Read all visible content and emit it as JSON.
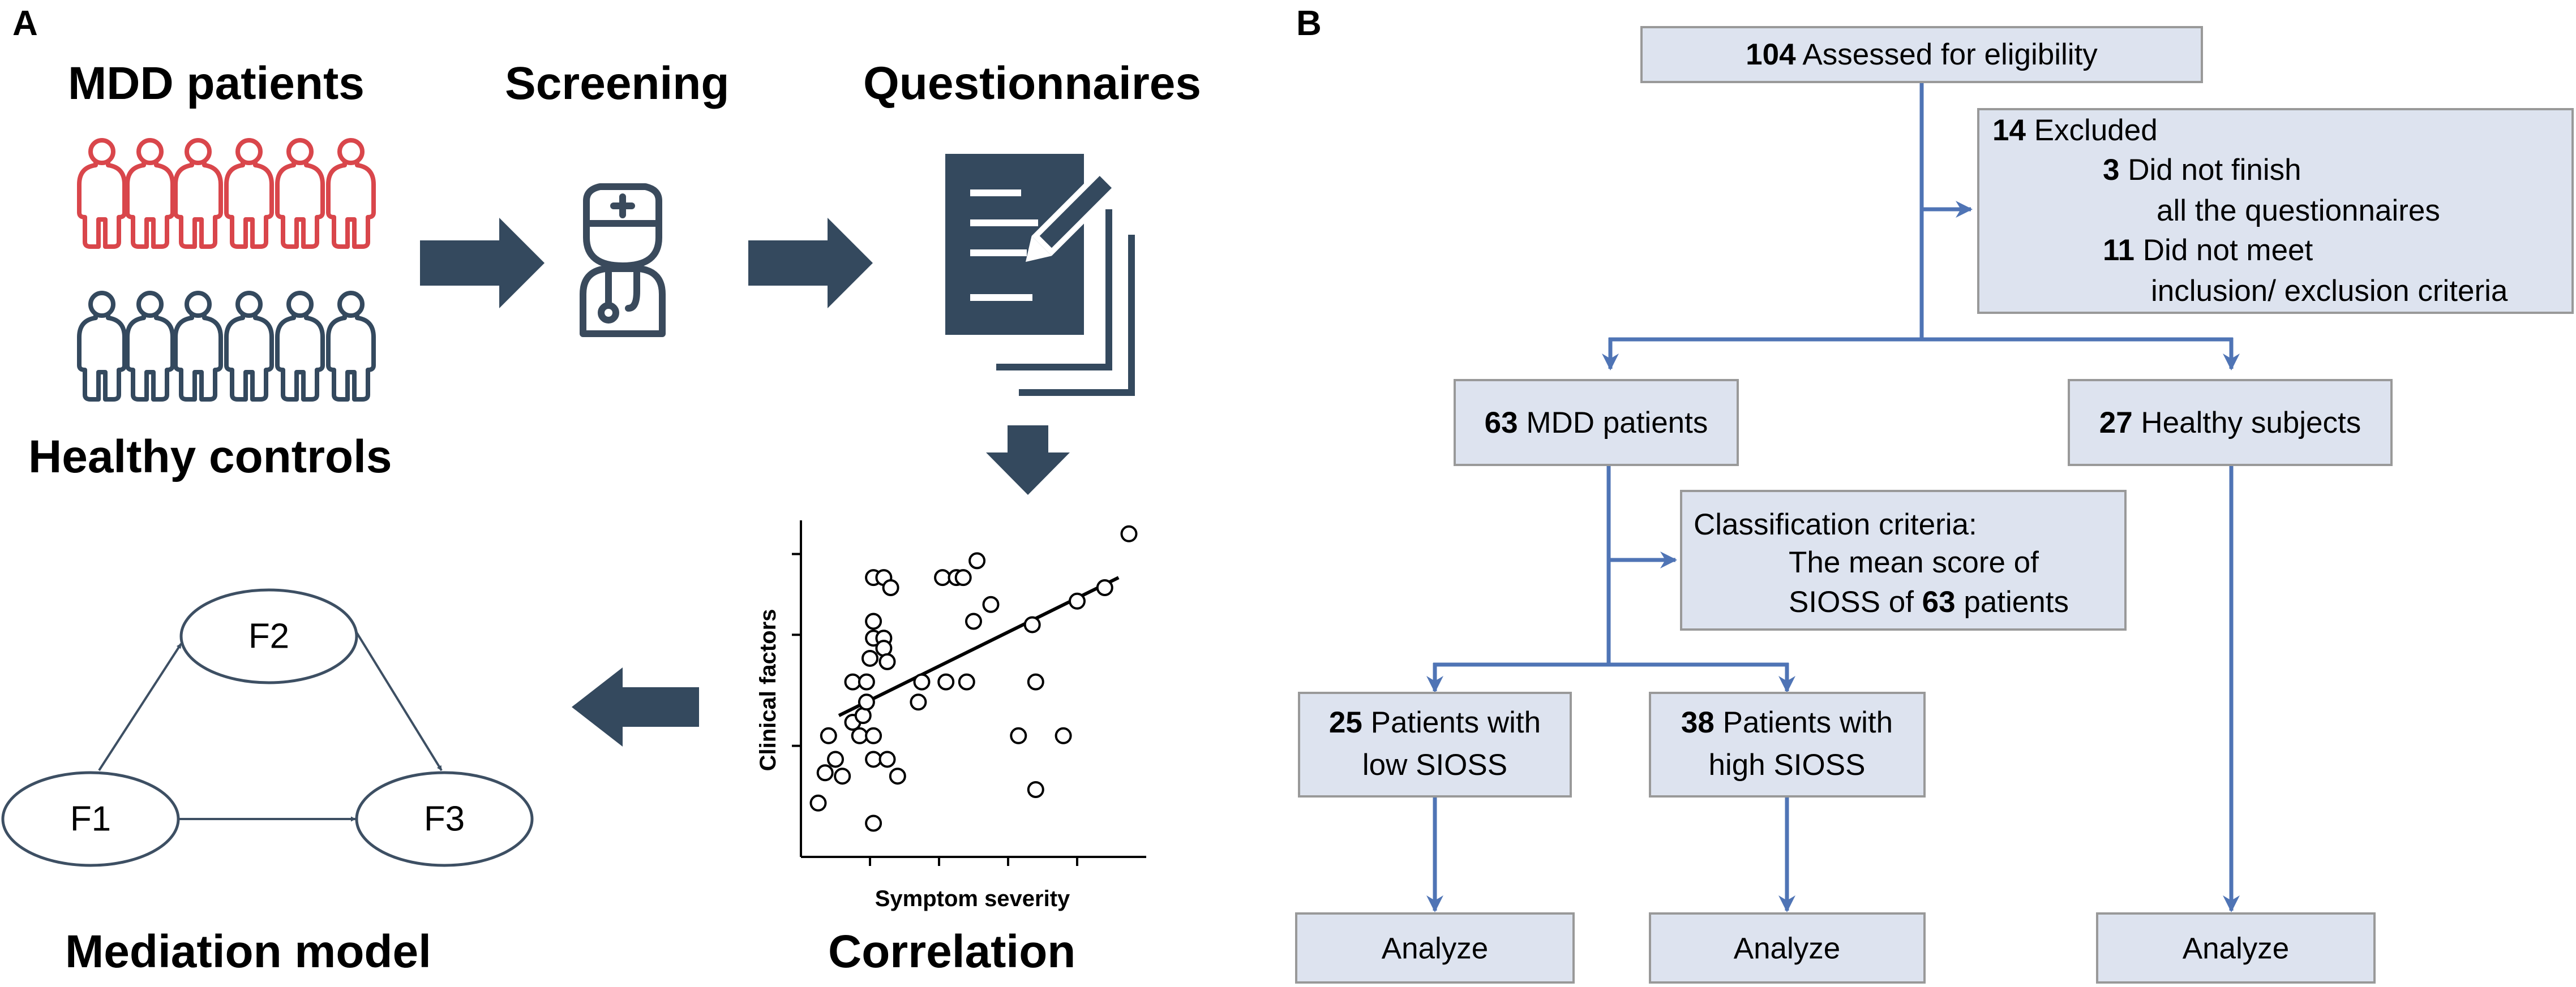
{
  "panel_a": {
    "label": "A",
    "mdd_title": "MDD patients",
    "healthy_title": "Healthy controls",
    "screening_title": "Screening",
    "questionnaires_title": "Questionnaires",
    "mediation_title": "Mediation model",
    "correlation_title": "Correlation",
    "mediation_nodes": [
      "F1",
      "F2",
      "F3"
    ],
    "colors": {
      "mdd_person": "#d9464b",
      "healthy_person": "#34495e",
      "arrow": "#34495e",
      "icon": "#3a4a5c"
    },
    "icons": [
      "person-icon",
      "doctor-icon",
      "questionnaire-icon",
      "right-arrow-icon",
      "down-arrow-icon",
      "left-arrow-icon"
    ]
  },
  "chart_data": {
    "type": "scatter",
    "title": "",
    "xlabel": "Symptom severity",
    "ylabel": "Clinical factors",
    "xlim": [
      0,
      10
    ],
    "ylim": [
      0,
      10
    ],
    "grid": false,
    "trendline": {
      "x": [
        1.1,
        9.2
      ],
      "y": [
        4.2,
        8.3
      ]
    },
    "points": [
      [
        0.5,
        1.6
      ],
      [
        0.8,
        3.6
      ],
      [
        0.7,
        2.5
      ],
      [
        1.0,
        2.9
      ],
      [
        1.2,
        2.4
      ],
      [
        1.5,
        4.0
      ],
      [
        1.7,
        3.6
      ],
      [
        1.8,
        4.2
      ],
      [
        1.5,
        5.2
      ],
      [
        1.9,
        4.6
      ],
      [
        1.9,
        5.2
      ],
      [
        2.0,
        5.9
      ],
      [
        2.1,
        3.6
      ],
      [
        2.1,
        6.5
      ],
      [
        2.1,
        7.0
      ],
      [
        2.1,
        8.3
      ],
      [
        2.1,
        2.9
      ],
      [
        2.1,
        1.0
      ],
      [
        2.4,
        6.5
      ],
      [
        2.4,
        6.2
      ],
      [
        2.5,
        5.8
      ],
      [
        2.5,
        2.9
      ],
      [
        2.4,
        8.3
      ],
      [
        2.6,
        8.0
      ],
      [
        2.8,
        2.4
      ],
      [
        3.4,
        4.6
      ],
      [
        3.5,
        5.2
      ],
      [
        4.1,
        8.3
      ],
      [
        4.2,
        5.2
      ],
      [
        4.5,
        8.3
      ],
      [
        4.7,
        8.3
      ],
      [
        4.8,
        5.2
      ],
      [
        5.0,
        7.0
      ],
      [
        5.1,
        8.8
      ],
      [
        5.5,
        7.5
      ],
      [
        6.3,
        3.6
      ],
      [
        6.7,
        6.9
      ],
      [
        6.8,
        5.2
      ],
      [
        6.8,
        2.0
      ],
      [
        7.6,
        3.6
      ],
      [
        8.0,
        7.6
      ],
      [
        8.8,
        8.0
      ],
      [
        9.5,
        9.6
      ]
    ]
  },
  "panel_b": {
    "label": "B",
    "box_fill": "#dde3ef",
    "box_stroke": "#999999",
    "arrow_color": "#4f74b5",
    "assessed_num": "104",
    "assessed_text": "Assessed for eligibility",
    "excluded_num": "14",
    "excluded_text": "Excluded",
    "excl1_num": "3",
    "excl1_line1": "Did not finish",
    "excl1_line2": "all the questionnaires",
    "excl2_num": "11",
    "excl2_line1": "Did not meet",
    "excl2_line2": "inclusion/ exclusion criteria",
    "mdd_num": "63",
    "mdd_text": "MDD patients",
    "healthy_num": "27",
    "healthy_text": "Healthy subjects",
    "class_line1": "Classification criteria:",
    "class_line2": "The mean score of",
    "class_line3_pre": "SIOSS of",
    "class_line3_num": "63",
    "class_line3_post": "patients",
    "low_num": "25",
    "low_line1": "Patients with",
    "low_line2": "low SIOSS",
    "high_num": "38",
    "high_line1": "Patients with",
    "high_line2": "high SIOSS",
    "analyze": "Analyze"
  }
}
